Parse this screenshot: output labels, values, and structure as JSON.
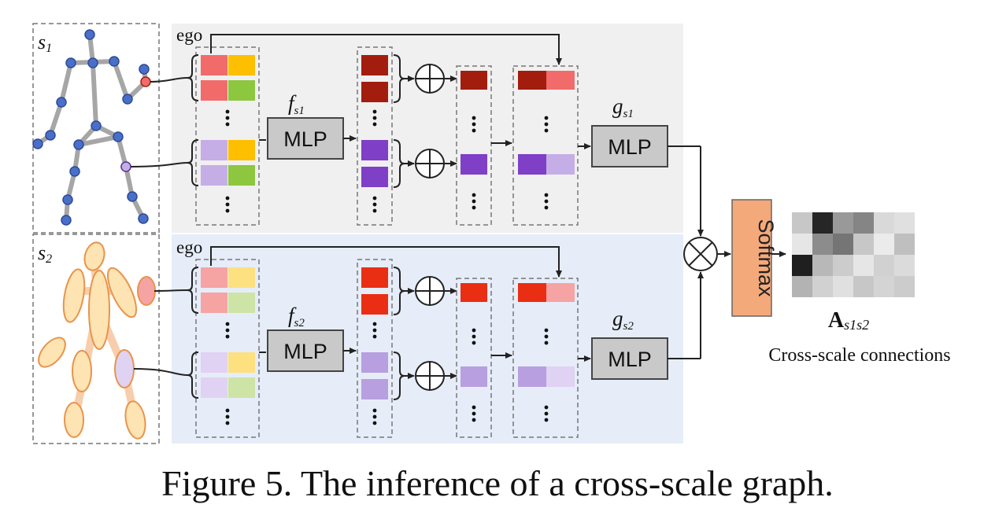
{
  "scale1": {
    "label_base": "s",
    "label_sub": "1",
    "ego_label": "ego",
    "f_base": "f",
    "f_sub": "s1",
    "mlp_f": "MLP",
    "g_base": "g",
    "g_sub": "s1",
    "mlp_g": "MLP",
    "colors": {
      "panel": "#f0f0f0",
      "feat_a": "#f26b6b",
      "feat_b": "#fdbf00",
      "feat_c": "#8dc63f",
      "feat_d": "#c5aee6",
      "mid_top": "#a31d0e",
      "mid_bot": "#7f3fc7",
      "out_a": "#a31d0e",
      "out_b": "#f26b6b",
      "out_c": "#7f3fc7",
      "out_d": "#c5aee6"
    }
  },
  "scale2": {
    "label_base": "s",
    "label_sub": "2",
    "ego_label": "ego",
    "f_base": "f",
    "f_sub": "s2",
    "mlp_f": "MLP",
    "g_base": "g",
    "g_sub": "s2",
    "mlp_g": "MLP",
    "colors": {
      "panel": "#e6edf8",
      "feat_a": "#f6a3a3",
      "feat_b": "#fde07f",
      "feat_c": "#cde4a6",
      "feat_d": "#e0d2f2",
      "mid_top": "#ea2e14",
      "mid_bot": "#b79fe0",
      "out_a": "#ea2e14",
      "out_b": "#f6a3a3",
      "out_c": "#b79fe0",
      "out_d": "#e0d2f2"
    }
  },
  "softmax_label": "Softmax",
  "softmax_color": "#f4a97a",
  "adjacency": {
    "label_base": "A",
    "label_sub": "s1s2",
    "subtitle": "Cross-scale connections",
    "grid": [
      [
        0.78,
        0.15,
        0.6,
        0.52,
        0.85,
        0.88
      ],
      [
        0.9,
        0.55,
        0.46,
        0.78,
        0.92,
        0.75
      ],
      [
        0.12,
        0.72,
        0.8,
        0.9,
        0.82,
        0.86
      ],
      [
        0.7,
        0.82,
        0.88,
        0.78,
        0.83,
        0.8
      ]
    ]
  },
  "caption": "Figure 5. The inference of a cross-scale graph."
}
